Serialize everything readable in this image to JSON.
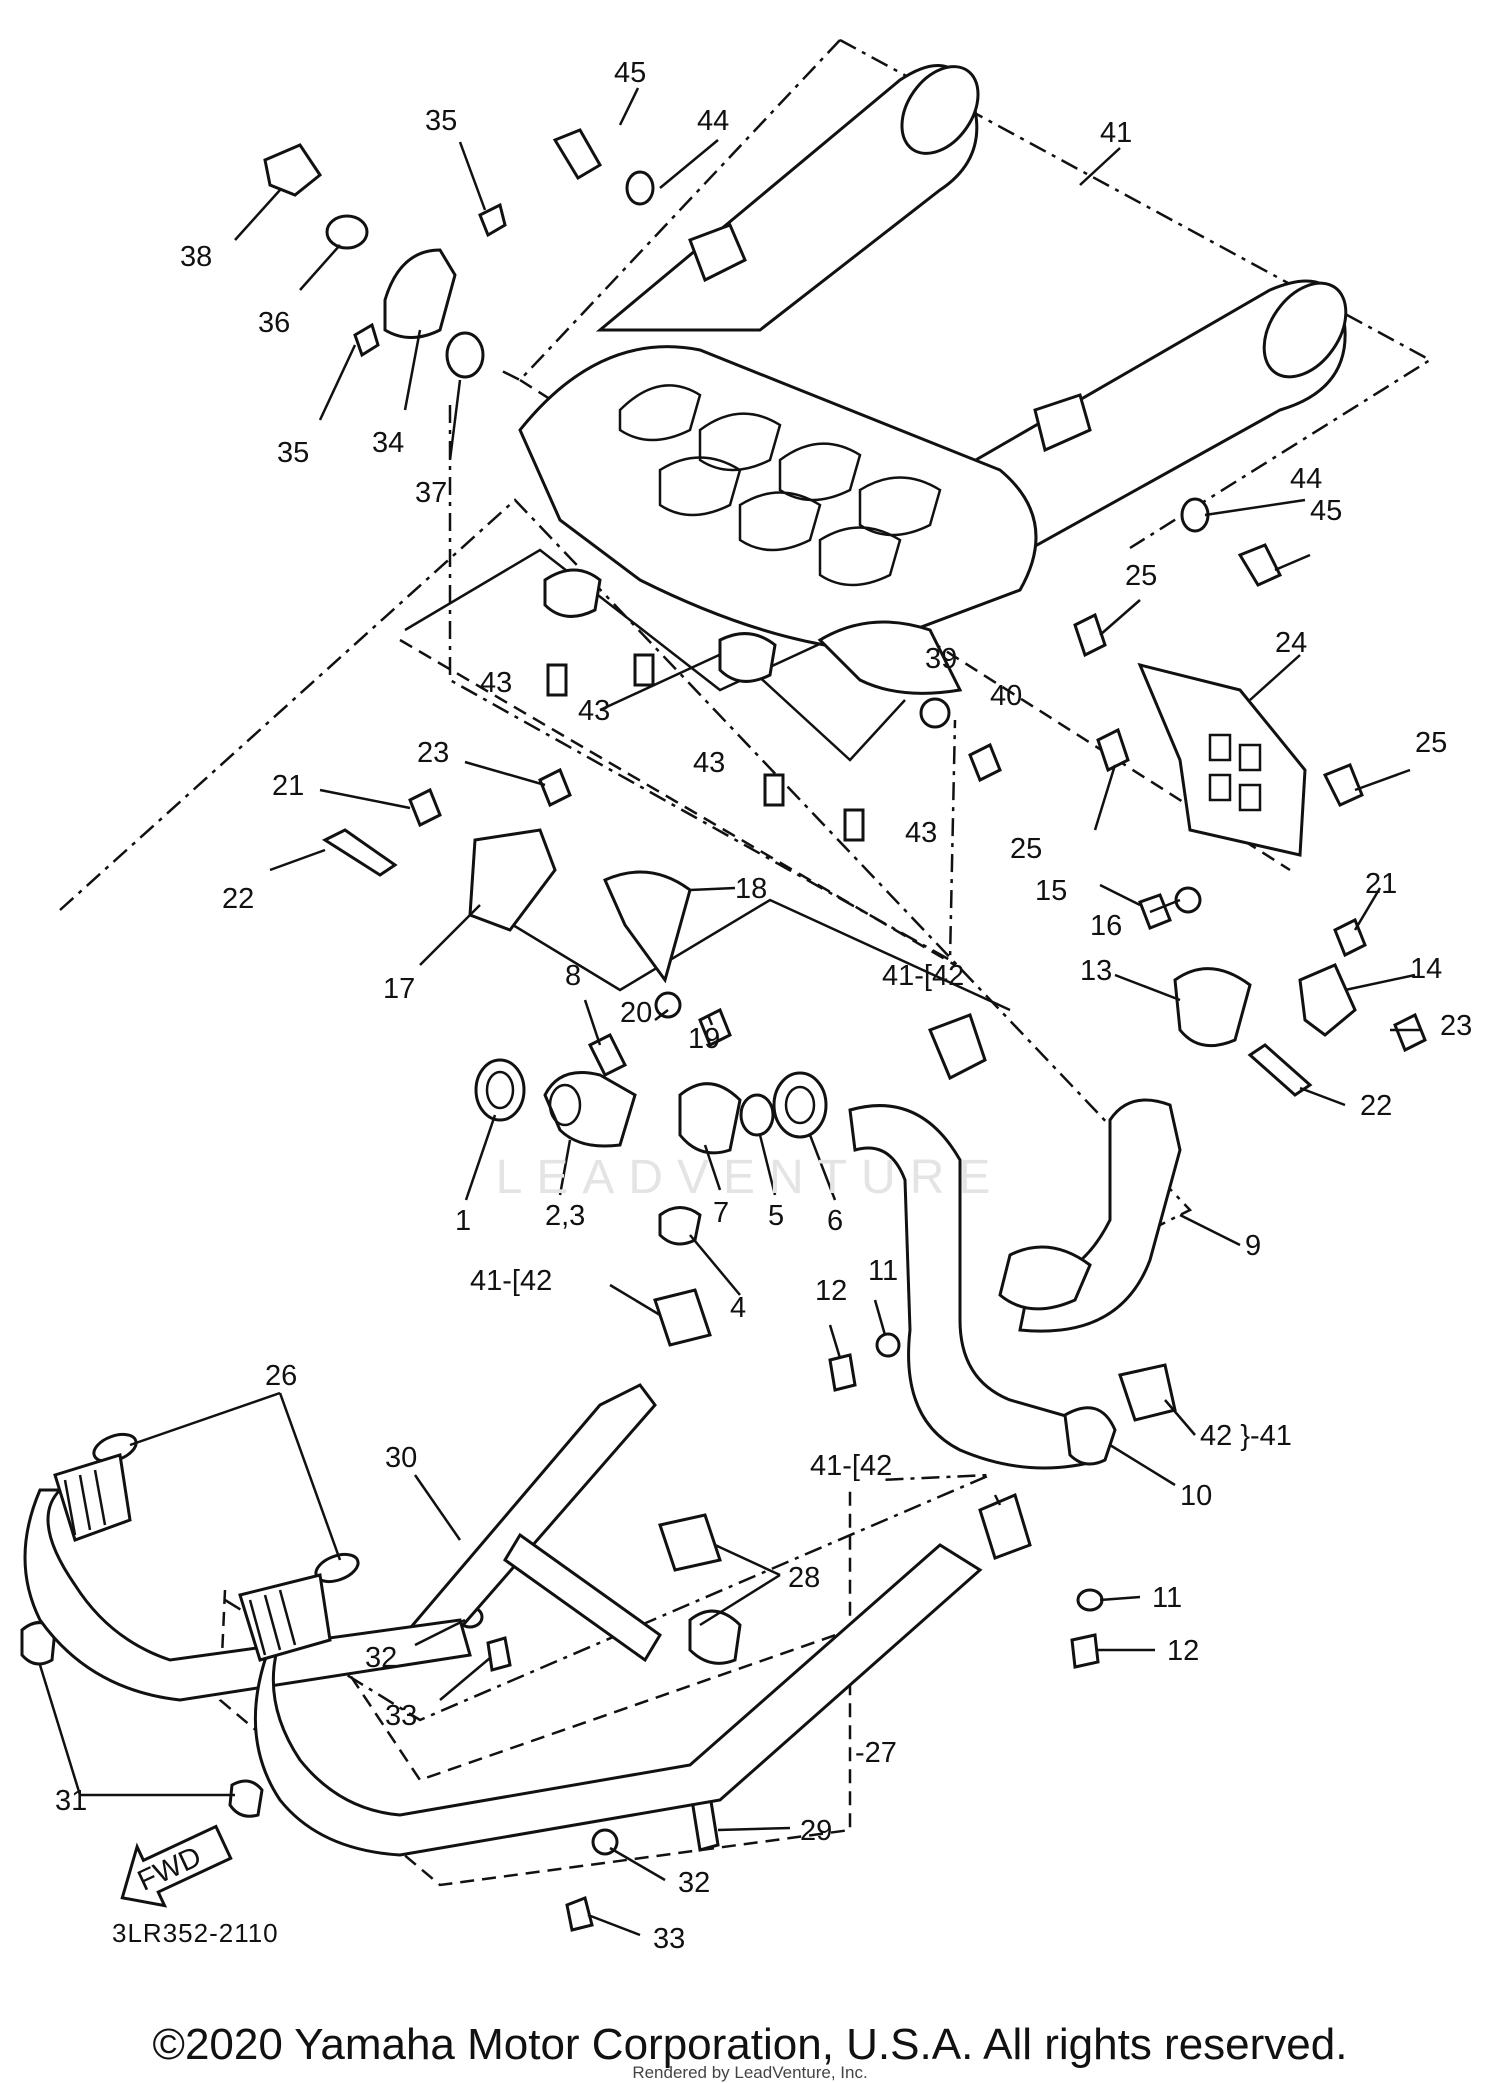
{
  "diagram": {
    "code": "3LR352-2110",
    "copyright": "©2020 Yamaha Motor Corporation, U.S.A. All rights reserved.",
    "rendered_by": "Rendered by LeadVenture, Inc.",
    "watermark": "LEADVENTURE",
    "fwd_label": "FWD",
    "callouts": [
      {
        "id": "45a",
        "text": "45"
      },
      {
        "id": "44a",
        "text": "44"
      },
      {
        "id": "35a",
        "text": "35"
      },
      {
        "id": "41a",
        "text": "41"
      },
      {
        "id": "38",
        "text": "38"
      },
      {
        "id": "36",
        "text": "36"
      },
      {
        "id": "35b",
        "text": "35"
      },
      {
        "id": "34",
        "text": "34"
      },
      {
        "id": "37",
        "text": "37"
      },
      {
        "id": "44b",
        "text": "44"
      },
      {
        "id": "45b",
        "text": "45"
      },
      {
        "id": "25a",
        "text": "25"
      },
      {
        "id": "24",
        "text": "24"
      },
      {
        "id": "43a",
        "text": "43"
      },
      {
        "id": "43b",
        "text": "43"
      },
      {
        "id": "39",
        "text": "39"
      },
      {
        "id": "40",
        "text": "40"
      },
      {
        "id": "25b",
        "text": "25"
      },
      {
        "id": "43c",
        "text": "43"
      },
      {
        "id": "43d",
        "text": "43"
      },
      {
        "id": "25c",
        "text": "25"
      },
      {
        "id": "21a",
        "text": "21"
      },
      {
        "id": "23a",
        "text": "23"
      },
      {
        "id": "22a",
        "text": "22"
      },
      {
        "id": "18",
        "text": "18"
      },
      {
        "id": "15",
        "text": "15"
      },
      {
        "id": "16",
        "text": "16"
      },
      {
        "id": "21b",
        "text": "21"
      },
      {
        "id": "17",
        "text": "17"
      },
      {
        "id": "13",
        "text": "13"
      },
      {
        "id": "14",
        "text": "14"
      },
      {
        "id": "23b",
        "text": "23"
      },
      {
        "id": "41-42a",
        "text": "41-[42"
      },
      {
        "id": "8",
        "text": "8"
      },
      {
        "id": "20",
        "text": "20"
      },
      {
        "id": "19",
        "text": "19"
      },
      {
        "id": "22b",
        "text": "22"
      },
      {
        "id": "1",
        "text": "1"
      },
      {
        "id": "2-3",
        "text": "2,3"
      },
      {
        "id": "7",
        "text": "7"
      },
      {
        "id": "5",
        "text": "5"
      },
      {
        "id": "6",
        "text": "6"
      },
      {
        "id": "9",
        "text": "9"
      },
      {
        "id": "41-42b",
        "text": "41-[42"
      },
      {
        "id": "4",
        "text": "4"
      },
      {
        "id": "12a",
        "text": "12"
      },
      {
        "id": "11a",
        "text": "11"
      },
      {
        "id": "26",
        "text": "26"
      },
      {
        "id": "30",
        "text": "30"
      },
      {
        "id": "42-41",
        "text": "42 }-41"
      },
      {
        "id": "10",
        "text": "10"
      },
      {
        "id": "41-42c",
        "text": "41-[42"
      },
      {
        "id": "28",
        "text": "28"
      },
      {
        "id": "11b",
        "text": "11"
      },
      {
        "id": "12b",
        "text": "12"
      },
      {
        "id": "32a",
        "text": "32"
      },
      {
        "id": "33a",
        "text": "33"
      },
      {
        "id": "27",
        "text": "-27"
      },
      {
        "id": "31",
        "text": "31"
      },
      {
        "id": "29",
        "text": "29"
      },
      {
        "id": "32b",
        "text": "32"
      },
      {
        "id": "33b",
        "text": "33"
      }
    ]
  }
}
